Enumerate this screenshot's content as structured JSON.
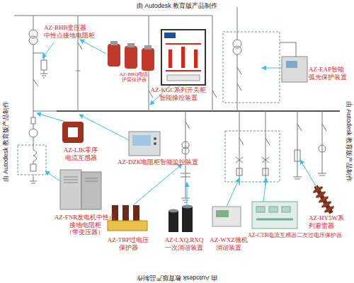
{
  "diagram": {
    "nodes": [
      {
        "text": [
          "AZ-BHB变压器 中性点接地电阻柜"
        ]
      },
      {
        "text": [
          "AZ-BHQ电缆 护层保护器"
        ]
      },
      {
        "text": [
          "AZ-KGC系列开关柜 智能操控装置"
        ]
      },
      {
        "text": [
          "AZ-EAP智能 弧光保护装置"
        ]
      },
      {
        "text": [
          "AZ-LJK零序 电流互感器"
        ]
      },
      {
        "text": [
          "AZ-DZK电阻柜智能监控装置"
        ]
      },
      {
        "text": [
          "AZ-FNR发电机中性点 接地电阻柜 （带变压器）"
        ]
      },
      {
        "text": [
          "AZ-TBP过电压 保护器"
        ]
      },
      {
        "text": [
          "AZ-LXQ,RXQ 一次消谐装置"
        ]
      },
      {
        "text": [
          "AZ-WXZ微机 消谐装置"
        ]
      },
      {
        "text": [
          "AZ-CTB电流互感器二次过电压保护器"
        ]
      },
      {
        "text": [
          "AZ-HY5W系 列避雷器"
        ]
      }
    ],
    "labels": [
      "由 Autodesk 教育版产品制作",
      "由 Autodesk 教育版产品制作",
      "由 Autodesk 教育版产品制作",
      "由 Autodesk 教育版产品制作"
    ]
  }
}
